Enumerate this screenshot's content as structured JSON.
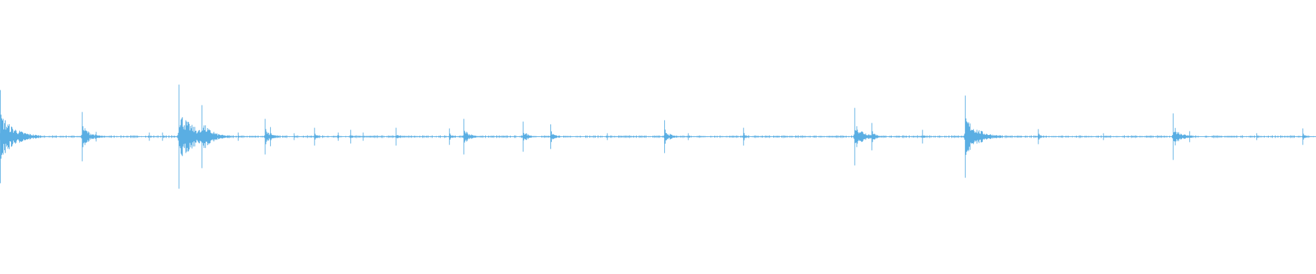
{
  "waveform": {
    "color": "#5aaee3",
    "background": "#ffffff",
    "spikes": [
      {
        "pos": 0.0003,
        "amp": 0.34
      },
      {
        "pos": 0.004,
        "amp": 0.12
      },
      {
        "pos": 0.0625,
        "amp": 0.18
      },
      {
        "pos": 0.073,
        "amp": 0.035
      },
      {
        "pos": 0.1135,
        "amp": 0.03
      },
      {
        "pos": 0.1235,
        "amp": 0.03
      },
      {
        "pos": 0.136,
        "amp": 0.38
      },
      {
        "pos": 0.14,
        "amp": 0.08
      },
      {
        "pos": 0.1535,
        "amp": 0.23
      },
      {
        "pos": 0.1625,
        "amp": 0.035
      },
      {
        "pos": 0.181,
        "amp": 0.03
      },
      {
        "pos": 0.2015,
        "amp": 0.13
      },
      {
        "pos": 0.2055,
        "amp": 0.07
      },
      {
        "pos": 0.2235,
        "amp": 0.025
      },
      {
        "pos": 0.239,
        "amp": 0.065
      },
      {
        "pos": 0.257,
        "amp": 0.03
      },
      {
        "pos": 0.2665,
        "amp": 0.05
      },
      {
        "pos": 0.276,
        "amp": 0.03
      },
      {
        "pos": 0.301,
        "amp": 0.065
      },
      {
        "pos": 0.3415,
        "amp": 0.06
      },
      {
        "pos": 0.3525,
        "amp": 0.13
      },
      {
        "pos": 0.3975,
        "amp": 0.11
      },
      {
        "pos": 0.4185,
        "amp": 0.09
      },
      {
        "pos": 0.4615,
        "amp": 0.025
      },
      {
        "pos": 0.505,
        "amp": 0.12
      },
      {
        "pos": 0.523,
        "amp": 0.025
      },
      {
        "pos": 0.565,
        "amp": 0.065
      },
      {
        "pos": 0.6495,
        "amp": 0.21
      },
      {
        "pos": 0.6625,
        "amp": 0.1
      },
      {
        "pos": 0.701,
        "amp": 0.05
      },
      {
        "pos": 0.7335,
        "amp": 0.3
      },
      {
        "pos": 0.746,
        "amp": 0.04
      },
      {
        "pos": 0.789,
        "amp": 0.055
      },
      {
        "pos": 0.8385,
        "amp": 0.025
      },
      {
        "pos": 0.8915,
        "amp": 0.17
      },
      {
        "pos": 0.904,
        "amp": 0.04
      },
      {
        "pos": 0.955,
        "amp": 0.025
      },
      {
        "pos": 0.99,
        "amp": 0.06
      }
    ]
  }
}
